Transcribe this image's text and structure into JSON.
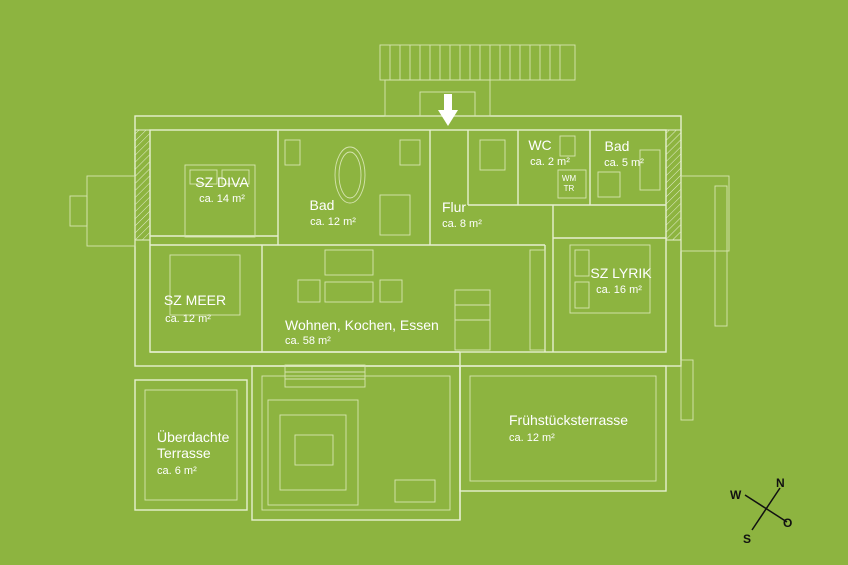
{
  "rooms": {
    "sz_diva": {
      "name": "SZ DIVA",
      "area": "ca. 14 m²"
    },
    "bad1": {
      "name": "Bad",
      "area": "ca. 12 m²"
    },
    "flur": {
      "name": "Flur",
      "area": "ca. 8 m²"
    },
    "wc": {
      "name": "WC",
      "area": "ca. 2 m²"
    },
    "bad2": {
      "name": "Bad",
      "area": "ca. 5 m²"
    },
    "sz_lyrik": {
      "name": "SZ LYRIK",
      "area": "ca. 16 m²"
    },
    "sz_meer": {
      "name": "SZ MEER",
      "area": "ca. 12 m²"
    },
    "wohnen": {
      "name": "Wohnen, Kochen, Essen",
      "area": "ca. 58 m²"
    },
    "terrasse": {
      "name_line1": "Überdachte",
      "name_line2": "Terrasse",
      "area": "ca. 6 m²"
    },
    "fruehstueck": {
      "name": "Frühstücksterrasse",
      "area": "ca. 12 m²"
    }
  },
  "labels": {
    "wm": "WM",
    "tr": "TR"
  },
  "compass": {
    "n": "N",
    "o": "O",
    "s": "S",
    "w": "W"
  },
  "colors": {
    "background": "#8db440",
    "lines": "#e6efcf",
    "text": "#ffffff",
    "compass": "#111111"
  }
}
